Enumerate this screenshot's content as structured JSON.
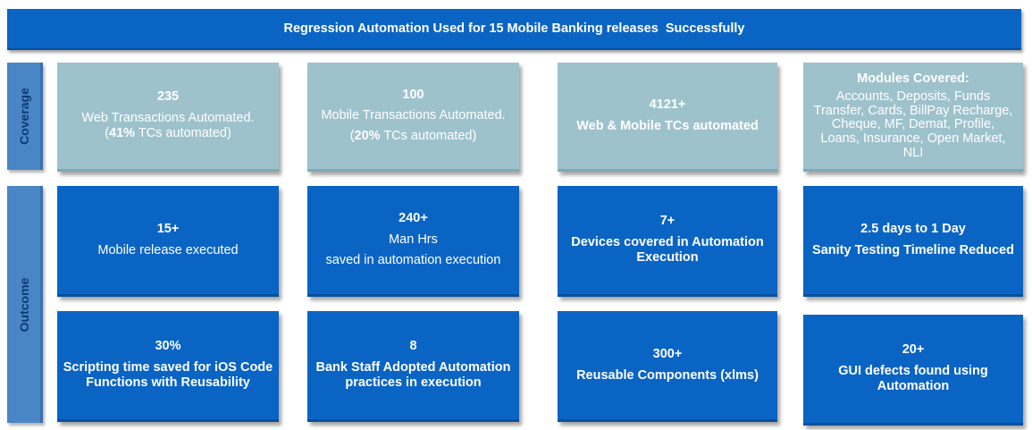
{
  "banner": "Regression Automation Used for 15 Mobile Banking releases  Successfully",
  "rows": {
    "coverage": "Coverage",
    "outcome": "Outcome"
  },
  "coverage": {
    "web": {
      "value": "235",
      "text": "Web Transactions Automated.",
      "pct_open": "(",
      "pct": "41%",
      "pct_text": " TCs automated)"
    },
    "mobile": {
      "value": "100",
      "text": "Mobile Transactions Automated.",
      "pct_open": "(",
      "pct": "20%",
      "pct_text": " TCs automated)"
    },
    "total": {
      "value": "4121+",
      "text": "Web & Mobile TCs automated"
    },
    "modules": {
      "title": "Modules Covered:",
      "list": "Accounts, Deposits, Funds Transfer, Cards, BillPay Recharge, Cheque, MF, Demat, Profile, Loans, Insurance, Open Market, NLI"
    }
  },
  "outcome_row1": {
    "releases": {
      "value": "15+",
      "text": "Mobile release executed"
    },
    "manhours": {
      "value": "240+",
      "line1": "Man Hrs",
      "line2": "saved in automation execution"
    },
    "devices": {
      "value": "7+",
      "text": "Devices covered in Automation Execution"
    },
    "sanity": {
      "value": "2.5 days to 1 Day",
      "text": "Sanity Testing Timeline Reduced"
    }
  },
  "outcome_row2": {
    "scripting": {
      "value": "30%",
      "text": "Scripting time saved for iOS Code Functions with Reusability"
    },
    "staff": {
      "value": "8",
      "text": "Bank Staff Adopted Automation practices in execution"
    },
    "components": {
      "value": "300+",
      "text": "Reusable Components (xlms)"
    },
    "defects": {
      "value": "20+",
      "text": "GUI defects found using Automation"
    }
  }
}
